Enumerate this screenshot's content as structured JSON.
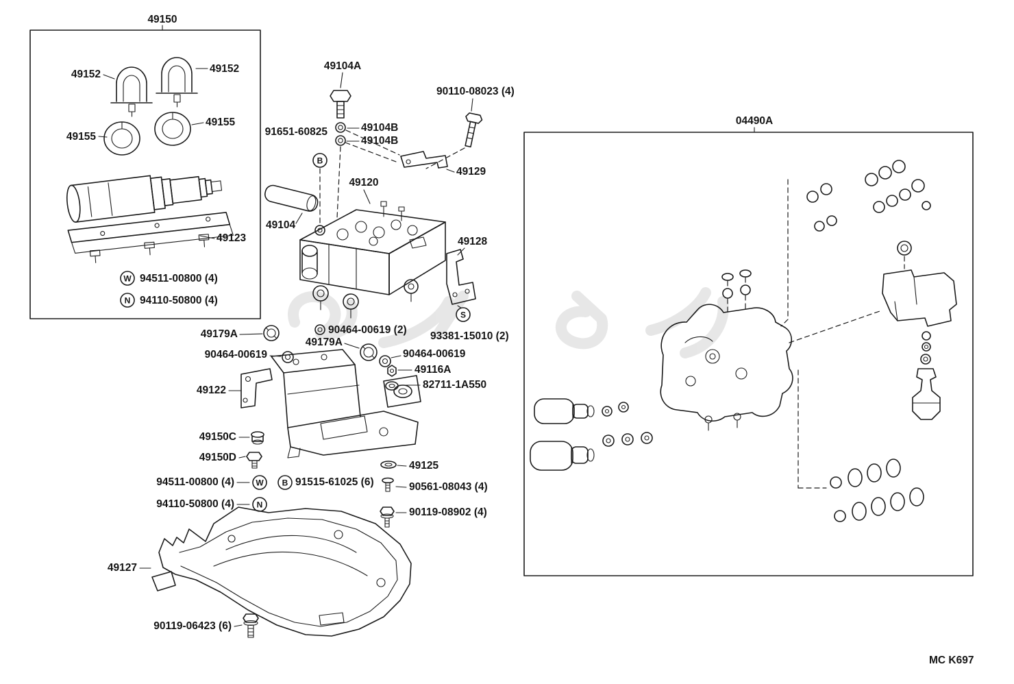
{
  "page": {
    "code": "MC K697"
  },
  "badges": {
    "w": "W",
    "n": "N",
    "b": "B",
    "s": "S"
  },
  "left_box": {
    "title": "49150",
    "labels": {
      "clamp_left": "49152",
      "clamp_right": "49152",
      "ring_upper": "49155",
      "ring_lower": "49155",
      "plate": "49123",
      "note_w": "94511-00800 (4)",
      "note_n": "94110-50800 (4)"
    }
  },
  "assembly": {
    "labels": {
      "bolt_top": "49104A",
      "union": "91651-60825",
      "oring_top_1": "49104B",
      "oring_top_2": "49104B",
      "long_bolt": "90110-08023 (4)",
      "bracket_top": "49129",
      "actuator": "49120",
      "pin": "49104",
      "bracket_side": "49128",
      "screw_s": "93381-15010 (2)",
      "clamp_1": "49179A",
      "clamp_2": "49179A",
      "grommet_pair": "90464-00619 (2)",
      "grommet_left": "90464-00619",
      "grommet_right": "90464-00619",
      "valve": "49116A",
      "ring": "82711-1A550",
      "bracket_main": "49122",
      "cushion": "49150C",
      "bolt_d": "49150D",
      "note_w": "94511-00800 (4)",
      "note_b": "91515-61025 (6)",
      "screw_1": "90561-08043 (4)",
      "note_n": "94110-50800 (4)",
      "screw_2": "90119-08902 (4)",
      "washer": "49125",
      "cover": "49127",
      "cover_bolt": "90119-06423 (6)"
    }
  },
  "kit_box": {
    "title": "04490A"
  }
}
